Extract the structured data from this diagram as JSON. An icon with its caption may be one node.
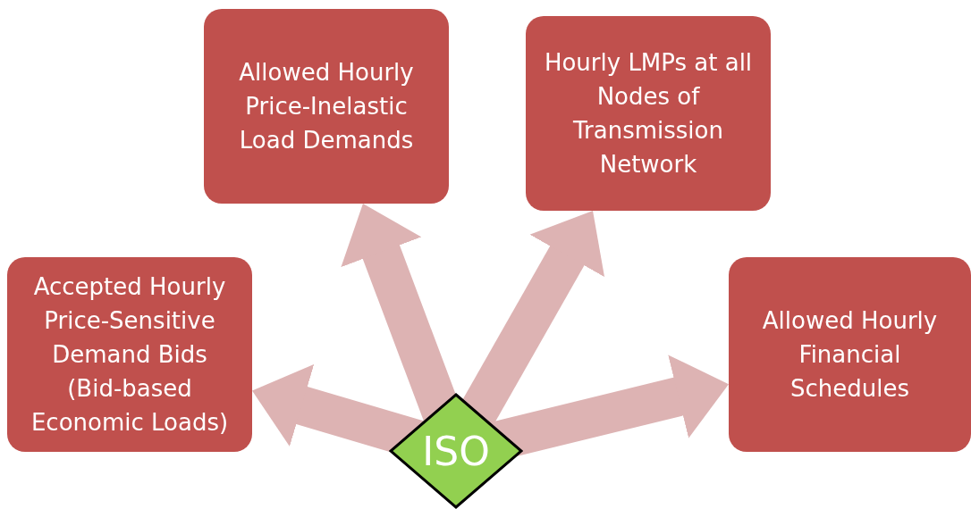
{
  "diagram": {
    "nodes": [
      {
        "text": [
          "Allowed Hourly Price-Inelastic Load Demands"
        ]
      },
      {
        "text": [
          "Hourly LMPs at all Nodes of Transmission Network"
        ]
      },
      {
        "text": [
          "Accepted Hourly Price-Sensitive Demand Bids (Bid-based Economic Loads)"
        ]
      },
      {
        "text": [
          "Allowed Hourly Financial Schedules"
        ]
      },
      {
        "text": [
          "ISO"
        ]
      }
    ],
    "edges": [
      {
        "from": 4,
        "to": 0,
        "arrow": "to"
      },
      {
        "from": 4,
        "to": 1,
        "arrow": "to"
      },
      {
        "from": 4,
        "to": 2,
        "arrow": "to"
      },
      {
        "from": 4,
        "to": 3,
        "arrow": "to"
      }
    ]
  }
}
